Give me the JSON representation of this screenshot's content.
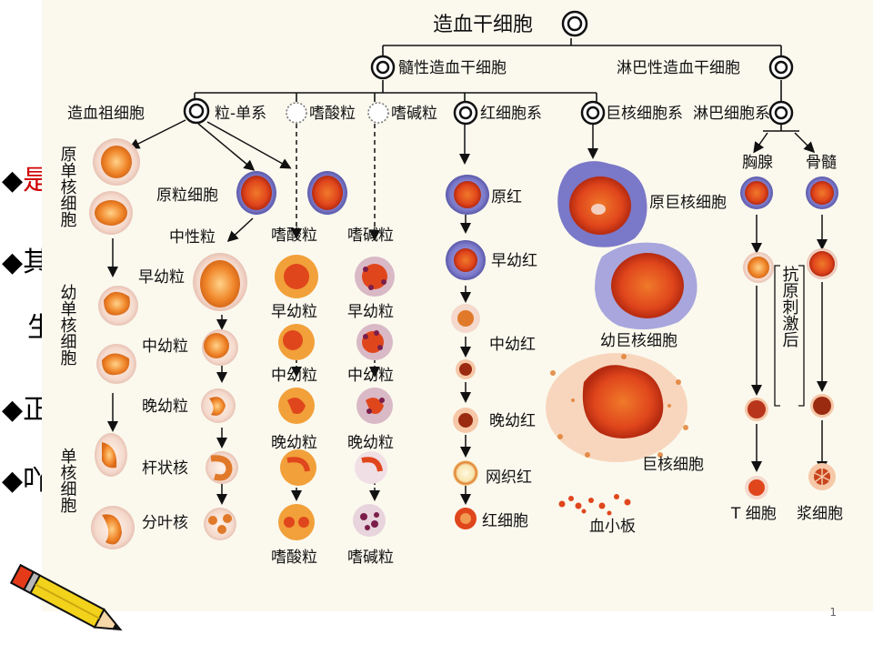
{
  "slide": {
    "bullets": [
      {
        "glyph": "◆",
        "text": "是",
        "color": "#d00000"
      },
      {
        "glyph": "◆",
        "text": "其",
        "color": "#000000"
      },
      {
        "glyph": "",
        "text": "生",
        "color": "#000000"
      },
      {
        "glyph": "◆",
        "text": "正",
        "color": "#000000"
      },
      {
        "glyph": "◆",
        "text": "吖",
        "color": "#000000"
      }
    ],
    "page_number": "1"
  },
  "diagram": {
    "title": "造血干细胞",
    "level1": {
      "myeloid": "髓性造血干细胞",
      "lymphoid": "淋巴性造血干细胞"
    },
    "progenitor": "造血祖细胞",
    "lineages": {
      "granulo_mono": "粒-单系",
      "eosinophil": "嗜酸粒",
      "basophil": "嗜碱粒",
      "erythroid": "红细胞系",
      "megakaryocyte": "巨核细胞系",
      "lymphoid": "淋巴细胞系"
    },
    "mono_column": {
      "promonocyte": "原单核细胞",
      "immature_monocyte": "幼单核细胞",
      "monocyte": "单核细胞"
    },
    "granulocyte_column": {
      "myeloblast": "原粒细胞",
      "neutrophil": "中性粒",
      "promyelocyte": "早幼粒",
      "myelocyte": "中幼粒",
      "metamyelocyte": "晚幼粒",
      "band": "杆状核",
      "segmented": "分叶核"
    },
    "eosinophil_column": {
      "head": "嗜酸粒",
      "stages": [
        "早幼粒",
        "中幼粒",
        "晚幼粒",
        "嗜酸粒"
      ]
    },
    "basophil_column": {
      "head": "嗜碱粒",
      "stages": [
        "早幼粒",
        "中幼粒",
        "晚幼粒",
        "嗜碱粒"
      ]
    },
    "erythroid_column": [
      "原红",
      "早幼红",
      "中幼红",
      "晚幼红",
      "网织红",
      "红细胞"
    ],
    "megakaryocyte_column": {
      "megakaryoblast": "原巨核细胞",
      "promegakaryocyte": "幼巨核细胞",
      "megakaryocyte": "巨核细胞",
      "platelets": "血小板"
    },
    "lymphoid_column": {
      "thymus": "胸腺",
      "bone_marrow": "骨髓",
      "antigen_stimulation": "抗原刺激后",
      "t_cell": "T 细胞",
      "plasma_cell": "浆细胞"
    },
    "colors": {
      "cell_red": "#e0461c",
      "cell_orange": "#f0862a",
      "cytoplasm_blue": "#7a78c8",
      "eosin_grain": "#f2a03a",
      "baso_grain": "#7a1e4a",
      "panel_bg": "#fbf9ee"
    }
  }
}
